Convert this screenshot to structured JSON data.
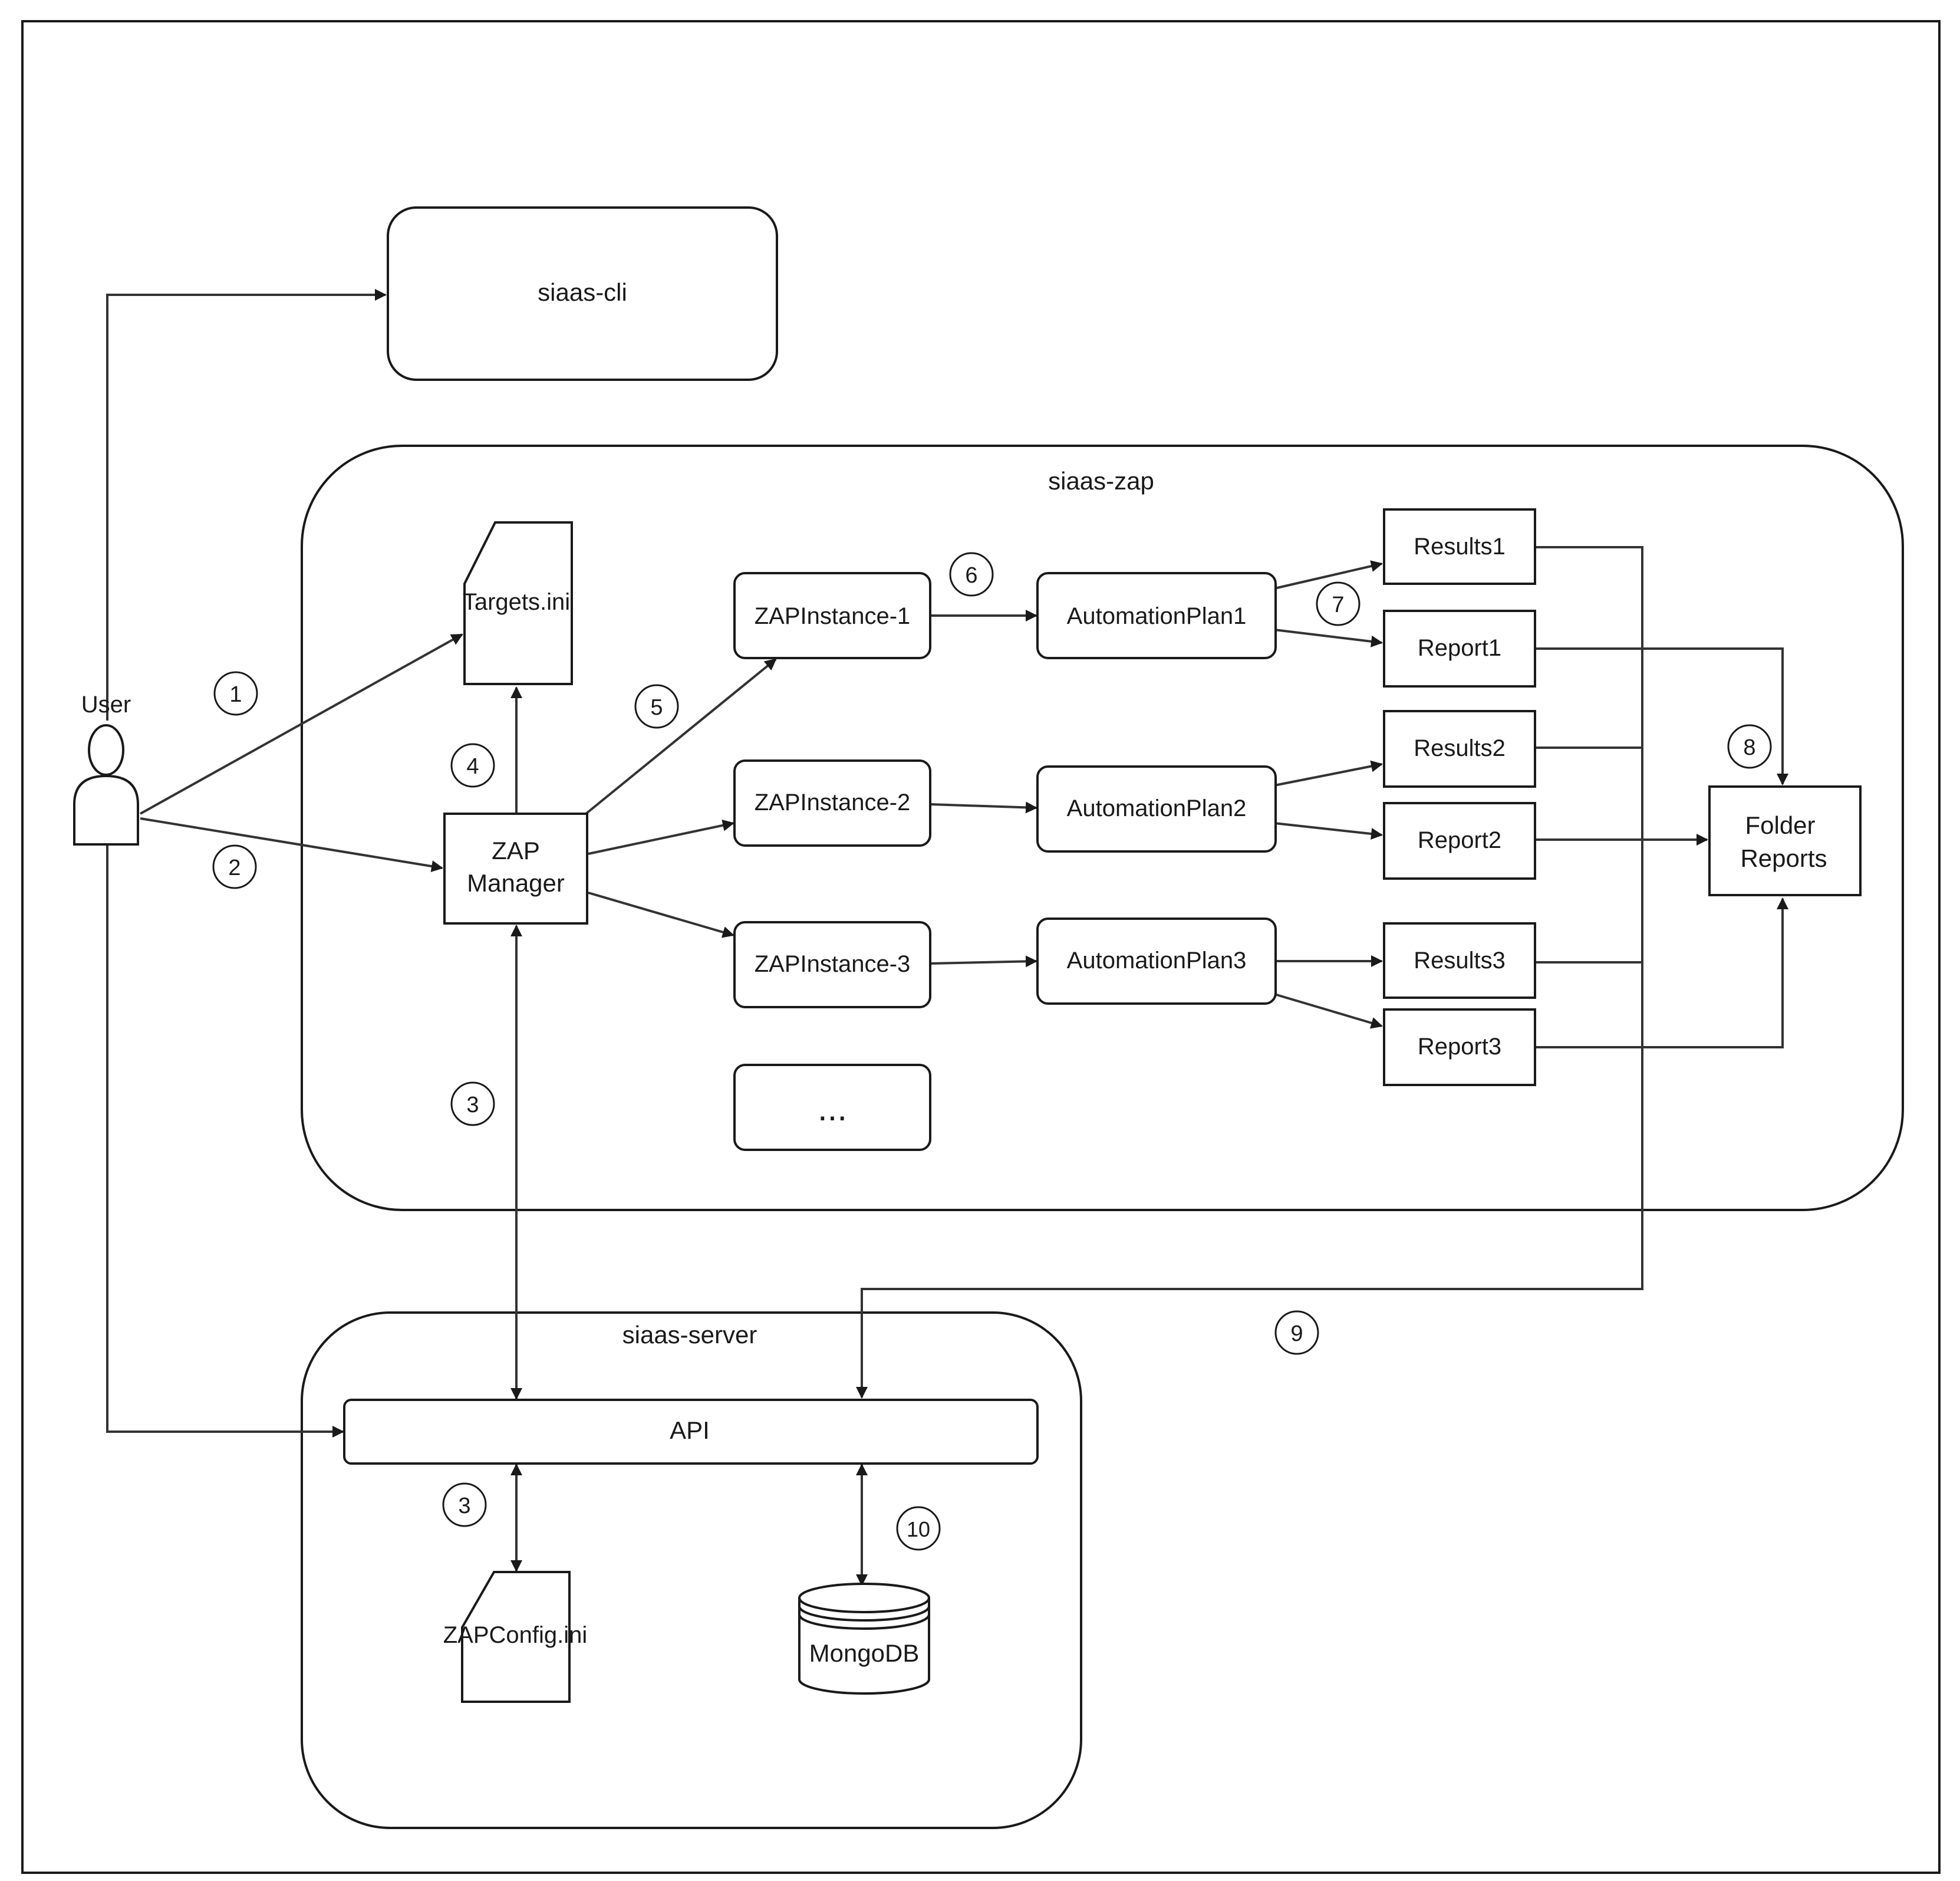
{
  "regions": {
    "cli": "siaas-cli",
    "zap": "siaas-zap",
    "server": "siaas-server"
  },
  "actor": {
    "label": "User"
  },
  "nodes": {
    "targets": "Targets.ini",
    "zap_manager_line1": "ZAP",
    "zap_manager_line2": "Manager",
    "zap_instance_1": "ZAPInstance-1",
    "zap_instance_2": "ZAPInstance-2",
    "zap_instance_3": "ZAPInstance-3",
    "zap_instance_more": "...",
    "plan_1": "AutomationPlan1",
    "plan_2": "AutomationPlan2",
    "plan_3": "AutomationPlan3",
    "results_1": "Results1",
    "results_2": "Results2",
    "results_3": "Results3",
    "report_1": "Report1",
    "report_2": "Report2",
    "report_3": "Report3",
    "folder_line1": "Folder",
    "folder_line2": "Reports",
    "api": "API",
    "zap_config": "ZAPConfig.ini",
    "mongodb": "MongoDB"
  },
  "steps": {
    "s1": "1",
    "s2": "2",
    "s3_upper": "3",
    "s3_lower": "3",
    "s4": "4",
    "s5": "5",
    "s6": "6",
    "s7": "7",
    "s8": "8",
    "s9": "9",
    "s10": "10"
  },
  "colors": {
    "stroke": "#1a1a1a",
    "edge": "#333333",
    "background": "#ffffff"
  }
}
